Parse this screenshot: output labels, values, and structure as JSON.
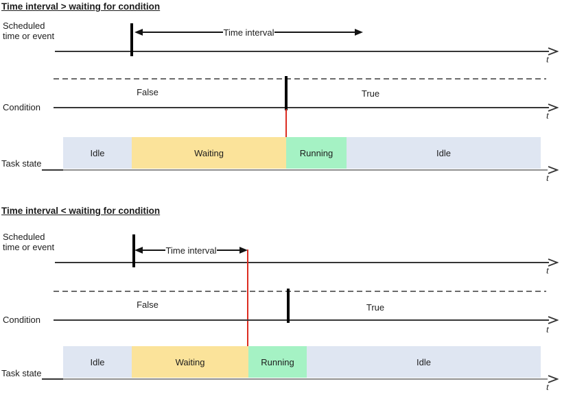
{
  "colors": {
    "idle": "#dfe6f2",
    "waiting": "#fbe39a",
    "running": "#a5f2c4",
    "marker": "#dc2b1f",
    "axis": "#353535",
    "axis-light": "#8f8f8f",
    "dash": "#6a6a6a",
    "text": "#1c1c1c"
  },
  "axis_label": "t",
  "diagrams": [
    {
      "title": "Time interval > waiting for condition",
      "scheduled_label": "Scheduled\ntime or event",
      "interval_label": "Time interval",
      "condition_label": "Condition",
      "condition_false": "False",
      "condition_true": "True",
      "task_state_label": "Task state",
      "states": [
        {
          "label": "Idle",
          "kind": "idle"
        },
        {
          "label": "Waiting",
          "kind": "waiting"
        },
        {
          "label": "Running",
          "kind": "running"
        },
        {
          "label": "Idle",
          "kind": "idle"
        }
      ]
    },
    {
      "title": "Time interval < waiting for condition",
      "scheduled_label": "Scheduled\ntime or event",
      "interval_label": "Time interval",
      "condition_label": "Condition",
      "condition_false": "False",
      "condition_true": "True",
      "task_state_label": "Task state",
      "states": [
        {
          "label": "Idle",
          "kind": "idle"
        },
        {
          "label": "Waiting",
          "kind": "waiting"
        },
        {
          "label": "Running",
          "kind": "running"
        },
        {
          "label": "Idle",
          "kind": "idle"
        }
      ]
    }
  ]
}
